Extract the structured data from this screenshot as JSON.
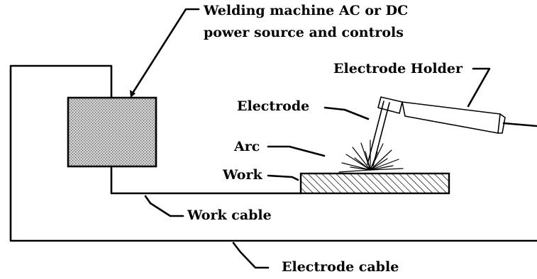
{
  "labels": {
    "machine_line1": "Welding machine AC or DC",
    "machine_line2": "power source and controls",
    "electrode_holder": "Electrode Holder",
    "electrode": "Electrode",
    "arc": "Arc",
    "work": "Work",
    "work_cable": "Work cable",
    "electrode_cable": "Electrode cable"
  }
}
